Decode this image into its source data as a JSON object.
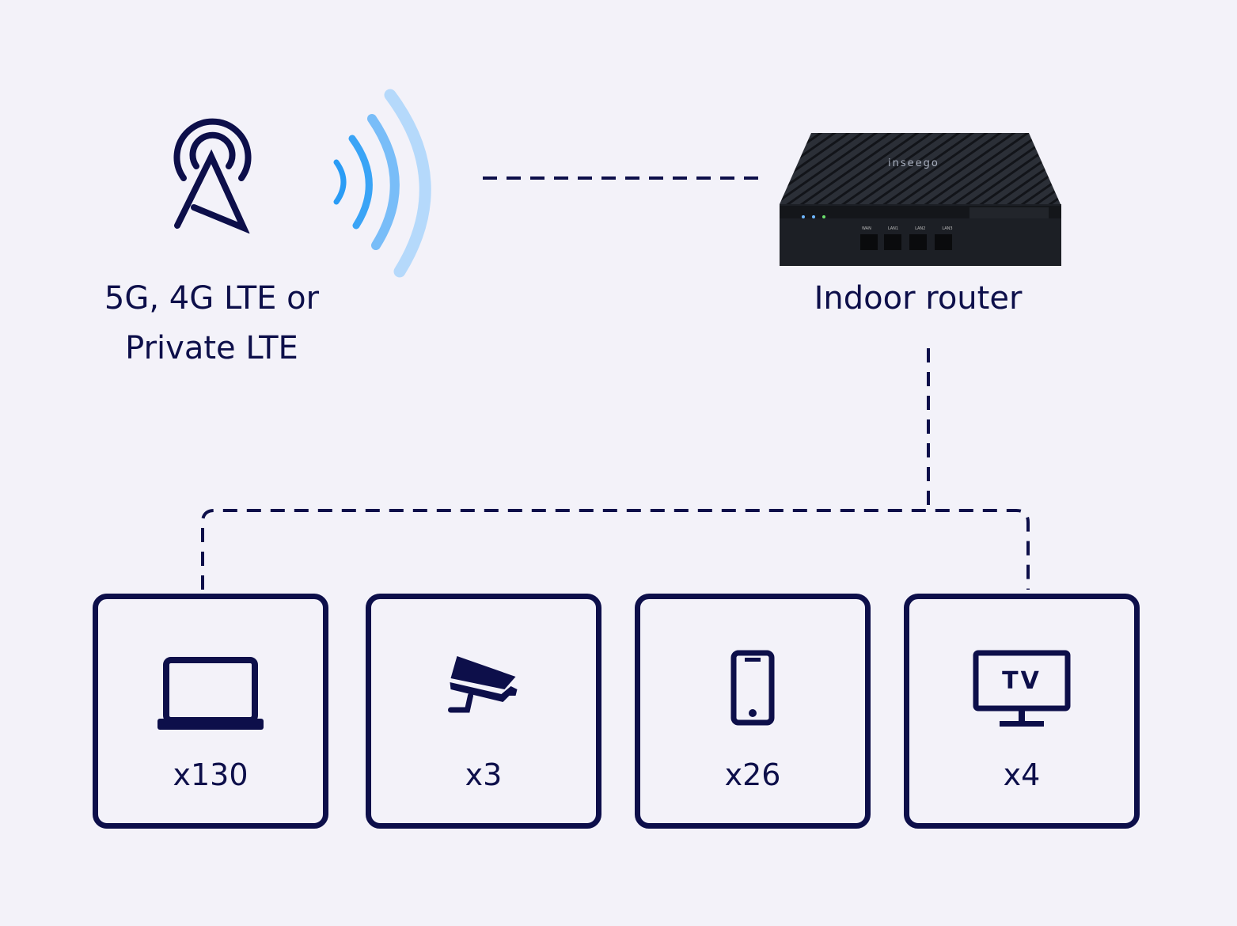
{
  "source": {
    "label_line1": "5G, 4G LTE or",
    "label_line2": "Private LTE",
    "icon": "cell-tower-icon"
  },
  "router": {
    "label": "Indoor router",
    "brand_logo": "inseego",
    "ports": [
      "WAN",
      "LAN1",
      "LAN2",
      "LAN3"
    ]
  },
  "devices": [
    {
      "icon": "laptop-icon",
      "count": "x130"
    },
    {
      "icon": "security-camera-icon",
      "count": "x3"
    },
    {
      "icon": "smartphone-icon",
      "count": "x26"
    },
    {
      "icon": "tv-icon",
      "count": "x4",
      "icon_text": "TV"
    }
  ],
  "colors": {
    "navy": "#0d0f4a",
    "background": "#f3f2f9",
    "signal": "#2a9cf5"
  }
}
